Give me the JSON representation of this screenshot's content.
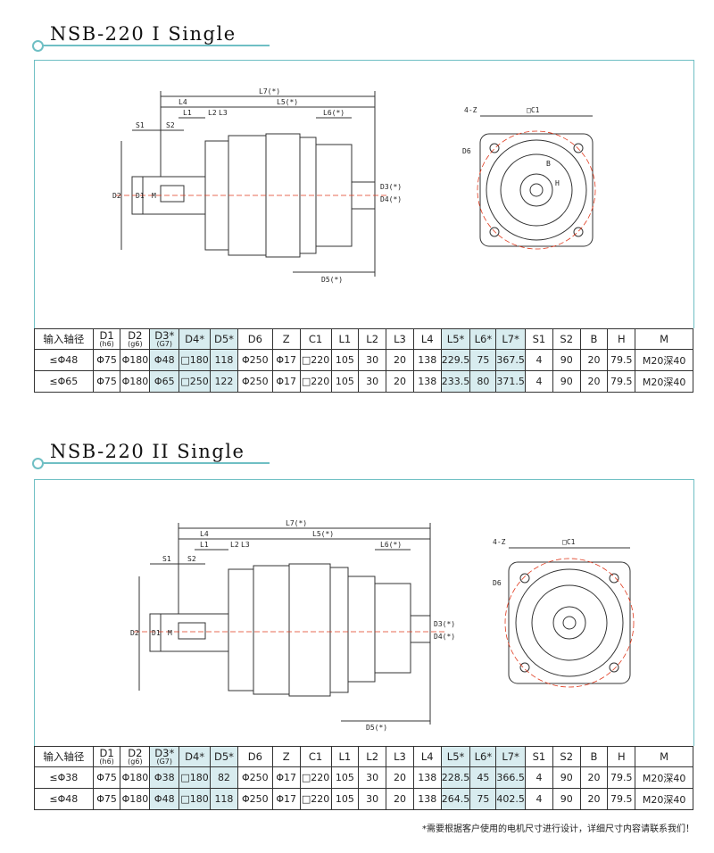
{
  "colors": {
    "accent": "#6fbfc4",
    "highlight": "#d8ecef",
    "centerline": "#e03b1f"
  },
  "section1": {
    "title": "NSB-220 I Single",
    "drawing": {
      "L7": "L7(*)",
      "L4": "L4",
      "L5": "L5(*)",
      "L1": "L1",
      "L2": "L2",
      "L3": "L3",
      "L6": "L6(*)",
      "S1": "S1",
      "S2": "S2",
      "D2": "D2",
      "D1": "D1",
      "M": "M",
      "D3": "D3(*)",
      "D4": "D4(*)",
      "D5": "D5(*)",
      "C1": "□C1",
      "holes": "4-Z",
      "D6": "D6",
      "B": "B",
      "H": "H"
    },
    "table": {
      "headers": [
        {
          "main": "输入轴径",
          "sub": ""
        },
        {
          "main": "D1",
          "sub": "(h6)"
        },
        {
          "main": "D2",
          "sub": "(g6)"
        },
        {
          "main": "D3*",
          "sub": "(G7)"
        },
        {
          "main": "D4*",
          "sub": ""
        },
        {
          "main": "D5*",
          "sub": ""
        },
        {
          "main": "D6",
          "sub": ""
        },
        {
          "main": "Z",
          "sub": ""
        },
        {
          "main": "C1",
          "sub": ""
        },
        {
          "main": "L1",
          "sub": ""
        },
        {
          "main": "L2",
          "sub": ""
        },
        {
          "main": "L3",
          "sub": ""
        },
        {
          "main": "L4",
          "sub": ""
        },
        {
          "main": "L5*",
          "sub": ""
        },
        {
          "main": "L6*",
          "sub": ""
        },
        {
          "main": "L7*",
          "sub": ""
        },
        {
          "main": "S1",
          "sub": ""
        },
        {
          "main": "S2",
          "sub": ""
        },
        {
          "main": "B",
          "sub": ""
        },
        {
          "main": "H",
          "sub": ""
        },
        {
          "main": "M",
          "sub": ""
        }
      ],
      "rows": [
        [
          "≤Φ48",
          "Φ75",
          "Φ180",
          "Φ48",
          "□180",
          "118",
          "Φ250",
          "Φ17",
          "□220",
          "105",
          "30",
          "20",
          "138",
          "229.5",
          "75",
          "367.5",
          "4",
          "90",
          "20",
          "79.5",
          "M20深40"
        ],
        [
          "≤Φ65",
          "Φ75",
          "Φ180",
          "Φ65",
          "□250",
          "122",
          "Φ250",
          "Φ17",
          "□220",
          "105",
          "30",
          "20",
          "138",
          "233.5",
          "80",
          "371.5",
          "4",
          "90",
          "20",
          "79.5",
          "M20深40"
        ]
      ]
    }
  },
  "section2": {
    "title": "NSB-220 II Single",
    "drawing": {
      "L7": "L7(*)",
      "L4": "L4",
      "L5": "L5(*)",
      "L1": "L1",
      "L2": "L2",
      "L3": "L3",
      "L6": "L6(*)",
      "S1": "S1",
      "S2": "S2",
      "D2": "D2",
      "D1": "D1",
      "M": "M",
      "D3": "D3(*)",
      "D4": "D4(*)",
      "D5": "D5(*)",
      "C1": "□C1",
      "holes": "4-Z",
      "D6": "D6"
    },
    "table": {
      "headers": [
        {
          "main": "输入轴径",
          "sub": ""
        },
        {
          "main": "D1",
          "sub": "(h6)"
        },
        {
          "main": "D2",
          "sub": "(g6)"
        },
        {
          "main": "D3*",
          "sub": "(G7)"
        },
        {
          "main": "D4*",
          "sub": ""
        },
        {
          "main": "D5*",
          "sub": ""
        },
        {
          "main": "D6",
          "sub": ""
        },
        {
          "main": "Z",
          "sub": ""
        },
        {
          "main": "C1",
          "sub": ""
        },
        {
          "main": "L1",
          "sub": ""
        },
        {
          "main": "L2",
          "sub": ""
        },
        {
          "main": "L3",
          "sub": ""
        },
        {
          "main": "L4",
          "sub": ""
        },
        {
          "main": "L5*",
          "sub": ""
        },
        {
          "main": "L6*",
          "sub": ""
        },
        {
          "main": "L7*",
          "sub": ""
        },
        {
          "main": "S1",
          "sub": ""
        },
        {
          "main": "S2",
          "sub": ""
        },
        {
          "main": "B",
          "sub": ""
        },
        {
          "main": "H",
          "sub": ""
        },
        {
          "main": "M",
          "sub": ""
        }
      ],
      "rows": [
        [
          "≤Φ38",
          "Φ75",
          "Φ180",
          "Φ38",
          "□180",
          "82",
          "Φ250",
          "Φ17",
          "□220",
          "105",
          "30",
          "20",
          "138",
          "228.5",
          "45",
          "366.5",
          "4",
          "90",
          "20",
          "79.5",
          "M20深40"
        ],
        [
          "≤Φ48",
          "Φ75",
          "Φ180",
          "Φ48",
          "□180",
          "118",
          "Φ250",
          "Φ17",
          "□220",
          "105",
          "30",
          "20",
          "138",
          "264.5",
          "75",
          "402.5",
          "4",
          "90",
          "20",
          "79.5",
          "M20深40"
        ]
      ]
    }
  },
  "footnote": "*需要根据客户使用的电机尺寸进行设计，详细尺寸内容请联系我们！"
}
